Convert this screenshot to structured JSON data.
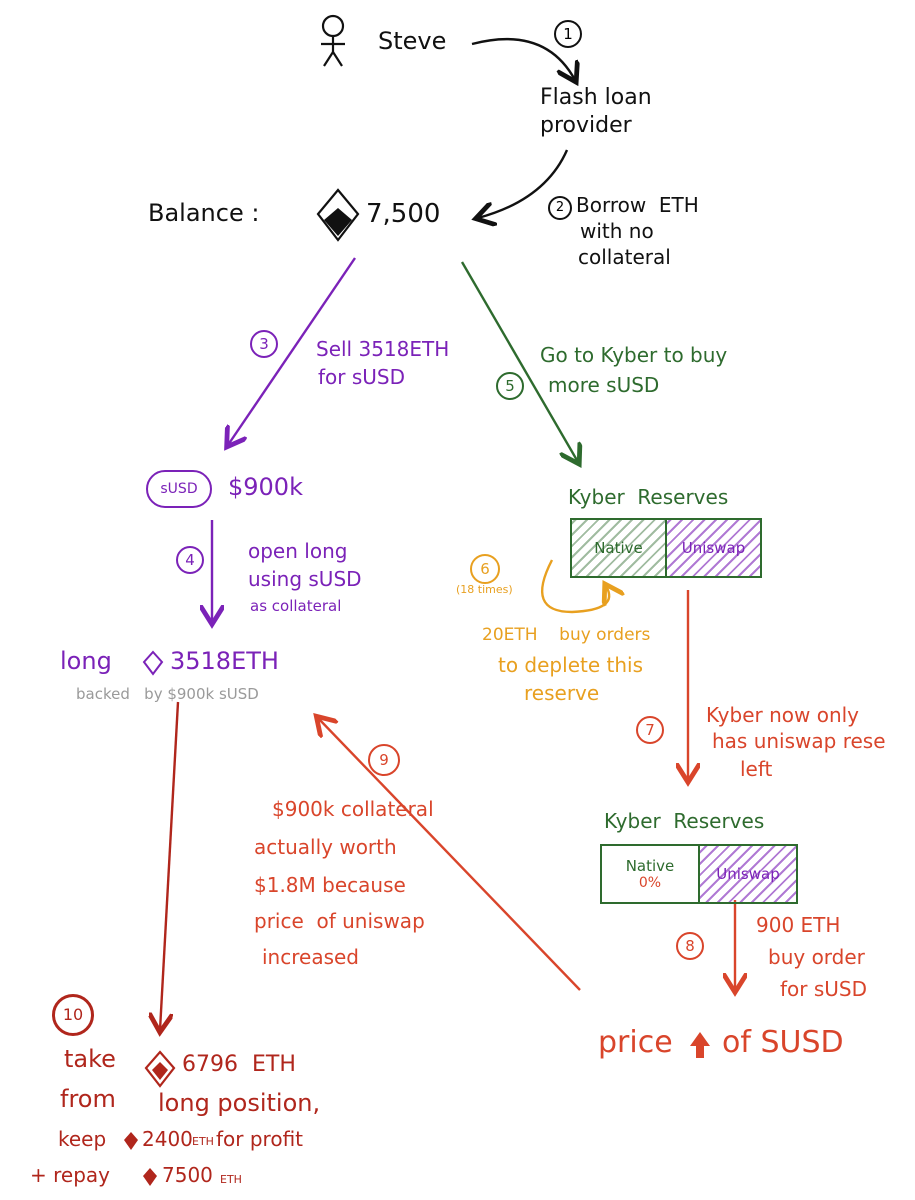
{
  "colors": {
    "black": "#111111",
    "purple": "#7b22b8",
    "green": "#2e6b2e",
    "orange": "#e8a020",
    "red": "#d9452b",
    "dark_red": "#b0261c",
    "grey": "#9a9a9a"
  },
  "top": {
    "person": "Steve",
    "step1": "1",
    "provider_line1": "Flash loan",
    "provider_line2": "provider",
    "step2": "2",
    "borrow_line1": "Borrow  ETH",
    "borrow_line2": "with no",
    "borrow_line3": "collateral",
    "balance_label": "Balance :",
    "balance_value": "7,500"
  },
  "left": {
    "step3": "3",
    "sell_line1": "Sell 3518ETH",
    "sell_line2": "for sUSD",
    "susd_pill": "sUSD",
    "susd_amount": "$900k",
    "step4": "4",
    "open_line1": "open long",
    "open_line2": "using sUSD",
    "open_line3": "as collateral",
    "long_label": "long",
    "long_amount": "3518ETH",
    "backed": "backed   by $900k sUSD"
  },
  "right": {
    "step5": "5",
    "kyber_line1": "Go to Kyber to buy",
    "kyber_line2": "more sUSD",
    "reserves_title": "Kyber  Reserves",
    "native_label": "Native",
    "uniswap_label": "Uniswap",
    "step6": "6",
    "times": "(18 times)",
    "buy_line1": "20ETH    buy orders",
    "buy_line2": "to deplete this",
    "buy_line3": "reserve",
    "step7": "7",
    "only_line1": "Kyber now only",
    "only_line2": "has uniswap rese",
    "only_line3": "left",
    "reserves2_title": "Kyber  Reserves",
    "native2_label": "Native",
    "native2_pct": "0%",
    "uniswap2_label": "Uniswap",
    "step8": "8",
    "order_line1": "900 ETH",
    "order_line2": "buy order",
    "order_line3": "for sUSD",
    "price_text": "price",
    "price_suffix": "of SUSD"
  },
  "middle": {
    "step9": "9",
    "coll_line1": "$900k collateral",
    "coll_line2": "actually worth",
    "coll_line3": "$1.8M because",
    "coll_line4": "price  of uniswap",
    "coll_line5": "increased"
  },
  "bottom": {
    "step10": "10",
    "take_word": "take",
    "take_amount": "6796  ETH",
    "from_word": "from",
    "long_pos": "long position,",
    "keep_line": "keep",
    "keep_amount": "2400",
    "keep_eth": "ETH",
    "keep_tail": "for profit",
    "repay": "+ repay",
    "repay_amount": "7500",
    "repay_eth": "ETH"
  }
}
